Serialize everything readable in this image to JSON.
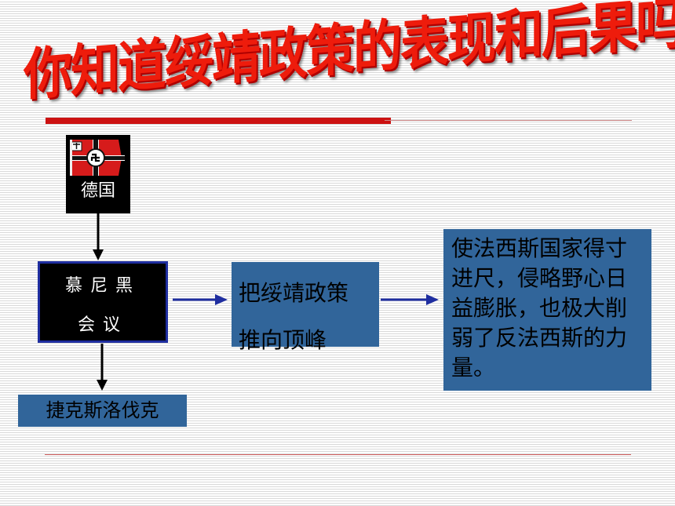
{
  "title": "你知道绥靖政策的表现和后果吗?",
  "germany": {
    "label": "德国",
    "flag_icon": "german-war-flag-icon"
  },
  "munich": {
    "line1": "慕尼黑",
    "line2": "会议"
  },
  "czech": {
    "label": "捷克斯洛伐克"
  },
  "push": {
    "line1": "把绥靖政策",
    "line2": "推向顶峰"
  },
  "result": {
    "text": "使法西斯国家得寸进尺，侵略野心日益膨胀，也极大削弱了反法西斯的力量。"
  },
  "colors": {
    "title_red": "#ee1c0c",
    "box_blue": "#31659a",
    "arrow_blue": "#1f2ea0"
  }
}
